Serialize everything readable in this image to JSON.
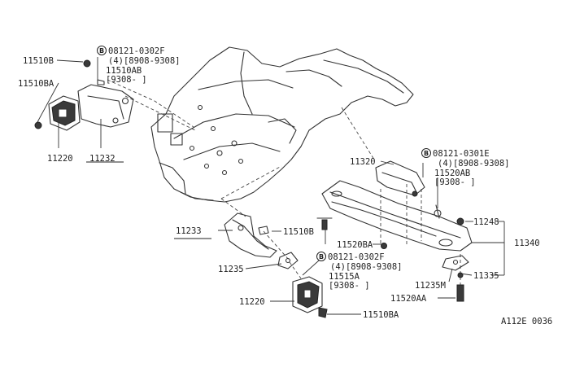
{
  "diagram": {
    "code": "A112E 0036",
    "bolt_symbol": "B",
    "labels": {
      "p11510B_top": "11510B",
      "p11510BA_top": "11510BA",
      "bolt_top": "08121-0302F",
      "bolt_top_qty": "(4)[8908-9308]",
      "p11510AB": "11510AB",
      "p11510AB_range": "[9308-        ]",
      "p11220_top": "11220",
      "p11232": "11232",
      "p11320": "11320",
      "bolt_right": "08121-0301E",
      "bolt_right_qty": "(4)[8908-9308]",
      "p11520AB": "11520AB",
      "p11520AB_range": "[9308-       ]",
      "p11248": "11248",
      "p11233": "11233",
      "p11510B_mid": "11510B",
      "p11520BA": "11520BA",
      "p11340": "11340",
      "p11235": "11235",
      "bolt_mid": "08121-0302F",
      "bolt_mid_qty": "(4)[8908-9308]",
      "p11515A": "11515A",
      "p11515A_range": "[9308-        ]",
      "p11335": "11335",
      "p11235M": "11235M",
      "p11520AA": "11520AA",
      "p11220_bottom": "11220",
      "p11510BA_bottom": "11510BA"
    }
  }
}
